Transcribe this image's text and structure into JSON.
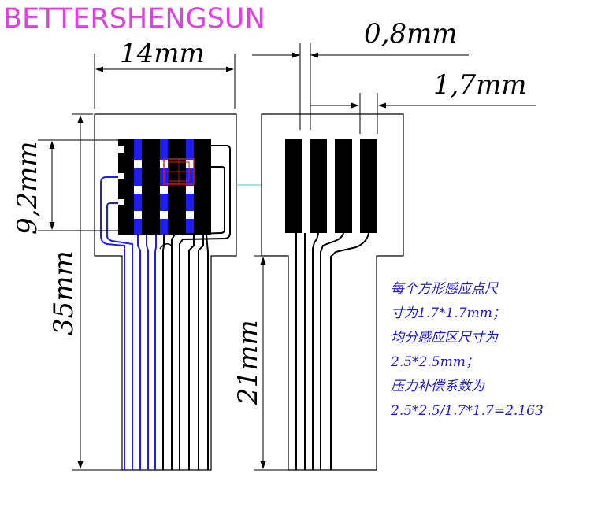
{
  "brand": "BETTERSHENGSUN",
  "dimensions": {
    "width_left": "14mm",
    "pad_width": "0,8mm",
    "pitch": "1,7mm",
    "sensing_height": "9,2mm",
    "total_length": "35mm",
    "tail_length": "21mm"
  },
  "notes": {
    "line1": "每个方形感应点尺",
    "line2": "寸为1.7*1.7mm；",
    "line3": "均分感应区尺寸为",
    "line4": "2.5*2.5mm；",
    "line5": "压力补偿系数为",
    "line6": "2.5*2.5/1.7*1.7=2.163"
  },
  "colors": {
    "brand": "#e040e0",
    "note_text": "#1a1ad8",
    "trace_blue": "#1d1df0",
    "trace_black": "#000000",
    "accent_cyan": "#40c8e0",
    "marker_red": "#d02020"
  }
}
